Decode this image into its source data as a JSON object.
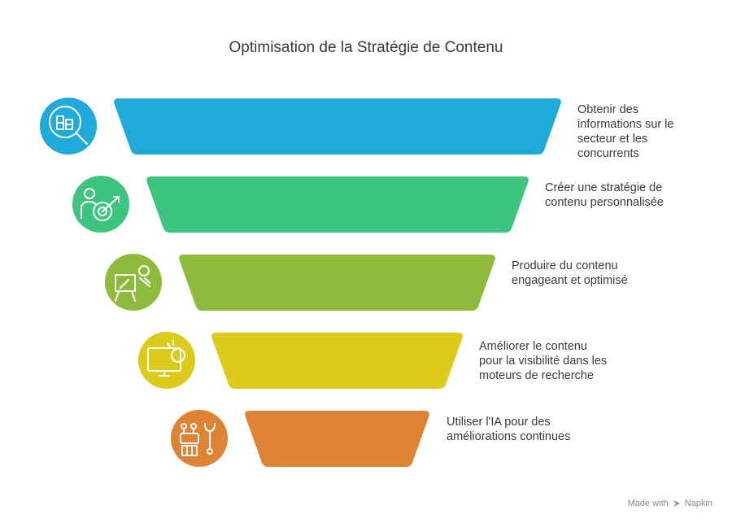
{
  "title": "Optimisation de la Stratégie de Contenu",
  "stages": [
    {
      "text": "Obtenir des\ninformations sur le\nsecteur et les\nconcurrents",
      "icon": "market-research-icon",
      "color": "#20aad9"
    },
    {
      "text": "Créer une stratégie de\ncontenu personnalisée",
      "icon": "strategy-target-icon",
      "color": "#3dc580"
    },
    {
      "text": "Produire du contenu\nengageant et optimisé",
      "icon": "content-creation-icon",
      "color": "#8fbb3c"
    },
    {
      "text": "Améliorer le contenu\npour la visibilité dans les\nmoteurs de recherche",
      "icon": "seo-monitor-icon",
      "color": "#dccb1a"
    },
    {
      "text": "Utiliser l'IA pour des\naméliorations continues",
      "icon": "ai-robot-icon",
      "color": "#dd8333"
    }
  ],
  "watermark": {
    "prefix": "Made with",
    "brand": "Napkin"
  }
}
